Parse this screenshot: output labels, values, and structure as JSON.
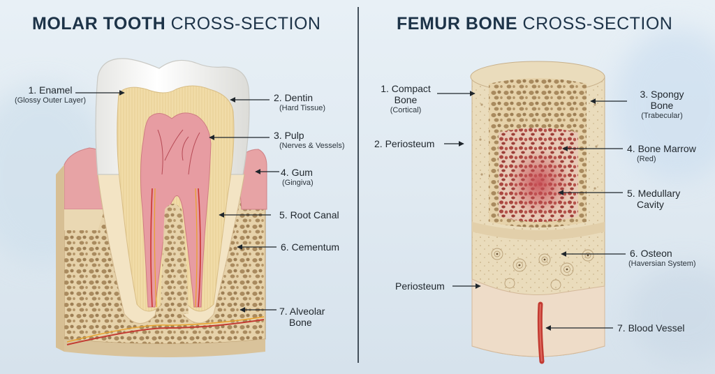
{
  "tooth": {
    "title_bold": "MOLAR TOOTH",
    "title_light": "CROSS-SECTION",
    "labels": {
      "enamel": {
        "name": "1. Enamel",
        "sub": "(Glossy Outer Layer)"
      },
      "dentin": {
        "name": "2. Dentin",
        "sub": "(Hard Tissue)"
      },
      "pulp": {
        "name": "3. Pulp",
        "sub": "(Nerves & Vessels)"
      },
      "gum": {
        "name": "4. Gum",
        "sub": "(Gingiva)"
      },
      "root_canal": {
        "name": "5. Root Canal"
      },
      "cementum": {
        "name": "6. Cementum"
      },
      "alveolar": {
        "line1": "7. Alveolar",
        "line2": "Bone"
      }
    }
  },
  "femur": {
    "title_bold": "FEMUR BONE",
    "title_light": "CROSS-SECTION",
    "labels": {
      "compact": {
        "line1": "1. Compact",
        "line2": "Bone",
        "sub": "(Cortical)"
      },
      "periosteum_top": {
        "name": "2. Periosteum"
      },
      "spongy": {
        "line1": "3. Spongy",
        "line2": "Bone",
        "sub": "(Trabecular)"
      },
      "marrow": {
        "name": "4. Bone Marrow",
        "sub": "(Red)"
      },
      "medullary": {
        "line1": "5. Medullary",
        "line2": "Cavity"
      },
      "osteon": {
        "name": "6. Osteon",
        "sub": "(Haversian System)"
      },
      "periosteum_bottom": {
        "name": "Periosteum"
      },
      "vessel": {
        "name": "7. Blood Vessel"
      }
    }
  },
  "colors": {
    "title": "#1d3348",
    "enamel": "#f4f4f2",
    "dentin": "#efd9a4",
    "pulp": "#e59aa0",
    "gum": "#e7a3a5",
    "bone": "#e9d8b5",
    "marrow": "#c85c63",
    "vessel": "#c23b32"
  }
}
